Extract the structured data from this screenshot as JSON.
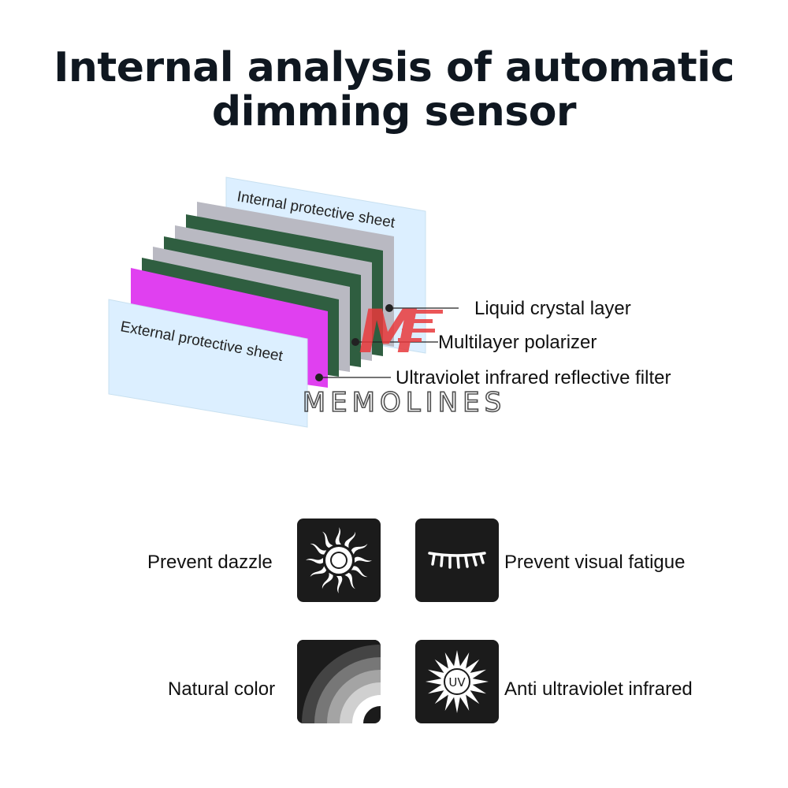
{
  "title": {
    "line1": "Internal analysis of automatic",
    "line2": "dimming sensor"
  },
  "layers": {
    "internal": "Internal protective sheet",
    "external": "External protective sheet",
    "callouts": [
      "Liquid crystal layer",
      "Multilayer polarizer",
      "Ultraviolet infrared reflective filter"
    ],
    "colors": {
      "protective": "#dcefff",
      "polarizer": "#2f5e40",
      "crystal": "#b8b8c0",
      "filter": "#e040f0"
    }
  },
  "watermark": {
    "brand": "MEMOLINES",
    "mark": "M",
    "mark_color": "#e8393c"
  },
  "features": [
    {
      "label": "Prevent dazzle",
      "icon": "sun-icon"
    },
    {
      "label": "Prevent visual fatigue",
      "icon": "eyelash-icon"
    },
    {
      "label": "Natural color",
      "icon": "color-gradient-icon"
    },
    {
      "label": "Anti ultraviolet infrared",
      "icon": "uv-icon",
      "badge": "UV"
    }
  ]
}
